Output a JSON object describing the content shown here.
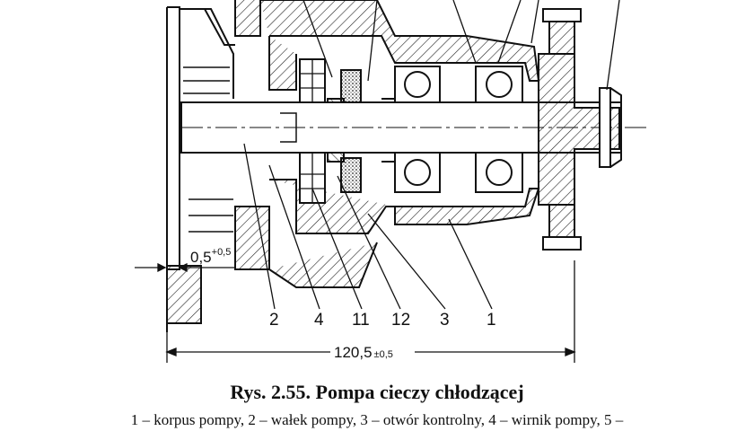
{
  "figure": {
    "callouts": [
      "2",
      "4",
      "11",
      "12",
      "3",
      "1"
    ],
    "dim_clearance": {
      "value": "0,5",
      "tolerance": "+0,5"
    },
    "dim_length": {
      "value": "120,5",
      "tolerance": "±0,5"
    },
    "caption": "Rys. 2.55. Pompa cieczy chłodzącej",
    "legend": "1 – korpus pompy, 2 – wałek pompy, 3 – otwór kontrolny, 4 – wirnik pompy, 5 –"
  }
}
